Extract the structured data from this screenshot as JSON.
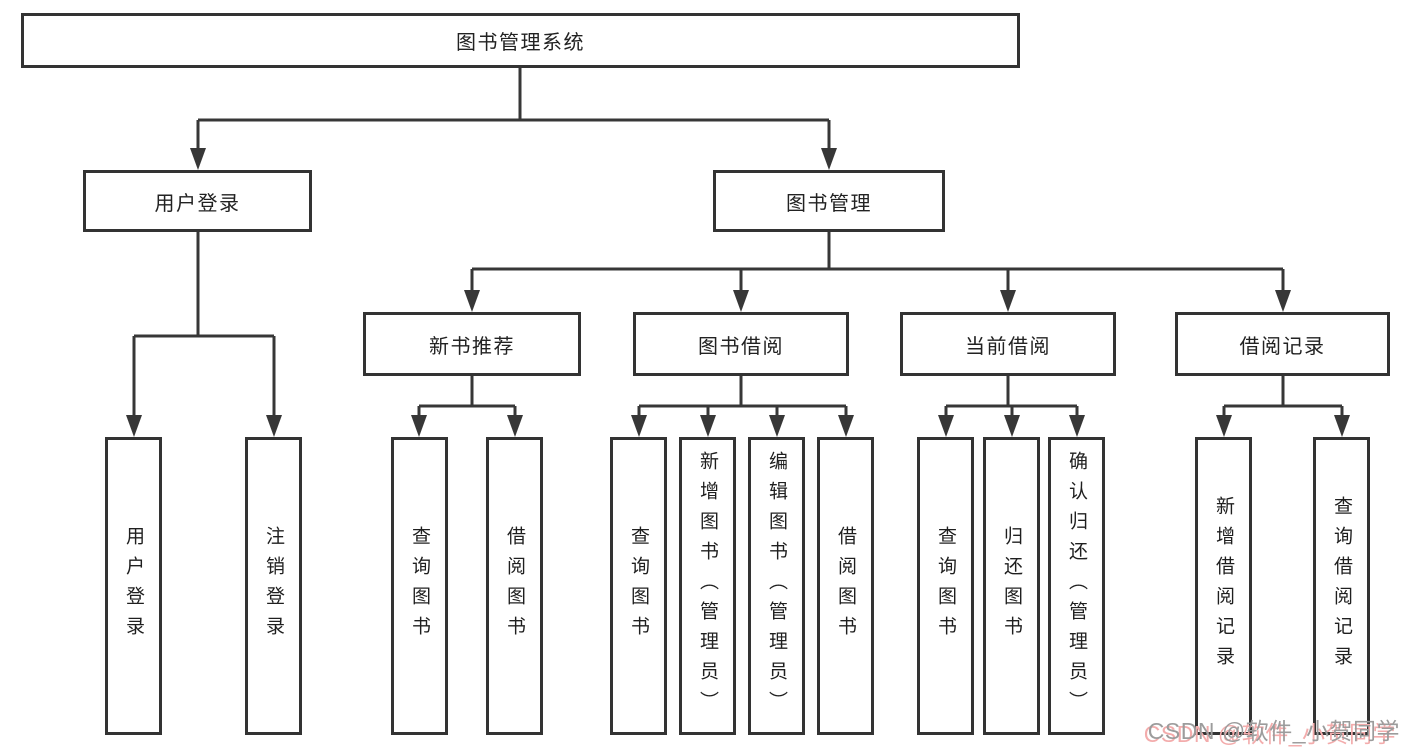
{
  "diagram": {
    "root": {
      "label": "图书管理系统"
    },
    "level2": [
      {
        "label": "用户登录"
      },
      {
        "label": "图书管理"
      }
    ],
    "level3": [
      {
        "label": "新书推荐"
      },
      {
        "label": "图书借阅"
      },
      {
        "label": "当前借阅"
      },
      {
        "label": "借阅记录"
      }
    ],
    "leaves": {
      "login": [
        "用户登录",
        "注销登录"
      ],
      "recommend": [
        "查询图书",
        "借阅图书"
      ],
      "borrow": [
        "查询图书",
        "新增图书（管理员）",
        "编辑图书（管理员）",
        "借阅图书"
      ],
      "current": [
        "查询图书",
        "归还图书",
        "确认归还（管理员）"
      ],
      "records": [
        "新增借阅记录",
        "查询借阅记录"
      ]
    }
  },
  "watermark": {
    "text": "CSDN @软件_小贺同学"
  },
  "colors": {
    "line": "#373737",
    "border": "#333333",
    "text": "#1f1f1f",
    "watermark_gray": "#9c9c9c",
    "watermark_pink": "#f3acac",
    "background": "#ffffff"
  }
}
